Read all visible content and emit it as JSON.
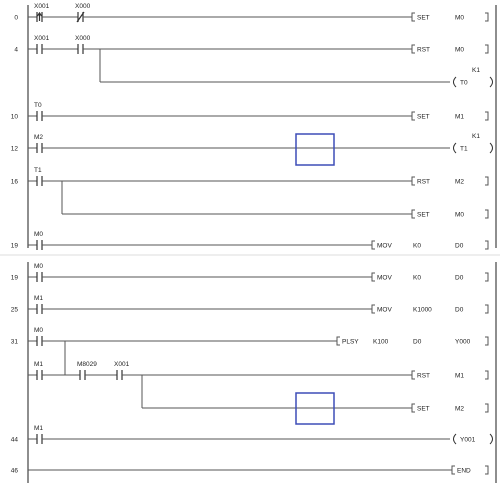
{
  "colors": {
    "wire": "#555555",
    "text": "#222222",
    "selection_box": "#3d4db7",
    "background": "#ffffff"
  },
  "ladder": {
    "rungs": [
      {
        "step": "0",
        "contacts": [
          {
            "device": "X001",
            "type": "rising-edge"
          },
          {
            "device": "X000",
            "type": "normally-closed"
          }
        ],
        "outputs": [
          {
            "type": "instruction",
            "op": "SET",
            "args": [
              "M0"
            ]
          }
        ]
      },
      {
        "step": "4",
        "contacts": [
          {
            "device": "X001",
            "type": "normally-open"
          },
          {
            "device": "X000",
            "type": "normally-open"
          }
        ],
        "outputs": [
          {
            "type": "instruction",
            "op": "RST",
            "args": [
              "M0"
            ]
          },
          {
            "type": "coil",
            "device": "T0",
            "setting": "K1"
          }
        ]
      },
      {
        "step": "10",
        "contacts": [
          {
            "device": "T0",
            "type": "normally-open"
          }
        ],
        "outputs": [
          {
            "type": "instruction",
            "op": "SET",
            "args": [
              "M1"
            ]
          }
        ]
      },
      {
        "step": "12",
        "contacts": [
          {
            "device": "M2",
            "type": "normally-open"
          }
        ],
        "outputs": [
          {
            "type": "coil",
            "device": "T1",
            "setting": "K1"
          }
        ]
      },
      {
        "step": "16",
        "contacts": [
          {
            "device": "T1",
            "type": "normally-open"
          }
        ],
        "outputs": [
          {
            "type": "instruction",
            "op": "RST",
            "args": [
              "M2"
            ]
          },
          {
            "type": "instruction",
            "op": "SET",
            "args": [
              "M0"
            ]
          }
        ]
      },
      {
        "step": "19",
        "contacts": [
          {
            "device": "M0",
            "type": "normally-open"
          }
        ],
        "outputs": [
          {
            "type": "instruction",
            "op": "MOV",
            "args": [
              "K0",
              "D0"
            ]
          }
        ]
      },
      {
        "step": "19",
        "contacts": [
          {
            "device": "M0",
            "type": "normally-open"
          }
        ],
        "outputs": [
          {
            "type": "instruction",
            "op": "MOV",
            "args": [
              "K0",
              "D0"
            ]
          }
        ]
      },
      {
        "step": "25",
        "contacts": [
          {
            "device": "M1",
            "type": "normally-open"
          }
        ],
        "outputs": [
          {
            "type": "instruction",
            "op": "MOV",
            "args": [
              "K1000",
              "D0"
            ]
          }
        ]
      },
      {
        "step": "31",
        "contacts": [
          {
            "device": "M0",
            "type": "normally-open"
          },
          {
            "device": "M1",
            "type": "normally-open"
          },
          {
            "device": "M8029",
            "type": "normally-open"
          },
          {
            "device": "X001",
            "type": "normally-open"
          }
        ],
        "outputs": [
          {
            "type": "instruction",
            "op": "PLSY",
            "args": [
              "K100",
              "D0",
              "Y000"
            ]
          },
          {
            "type": "instruction",
            "op": "RST",
            "args": [
              "M1"
            ]
          },
          {
            "type": "instruction",
            "op": "SET",
            "args": [
              "M2"
            ]
          }
        ]
      },
      {
        "step": "44",
        "contacts": [
          {
            "device": "M1",
            "type": "normally-open"
          }
        ],
        "outputs": [
          {
            "type": "coil",
            "device": "Y001"
          }
        ]
      },
      {
        "step": "46",
        "contacts": [],
        "outputs": [
          {
            "type": "instruction",
            "op": "END",
            "args": []
          }
        ]
      }
    ]
  }
}
